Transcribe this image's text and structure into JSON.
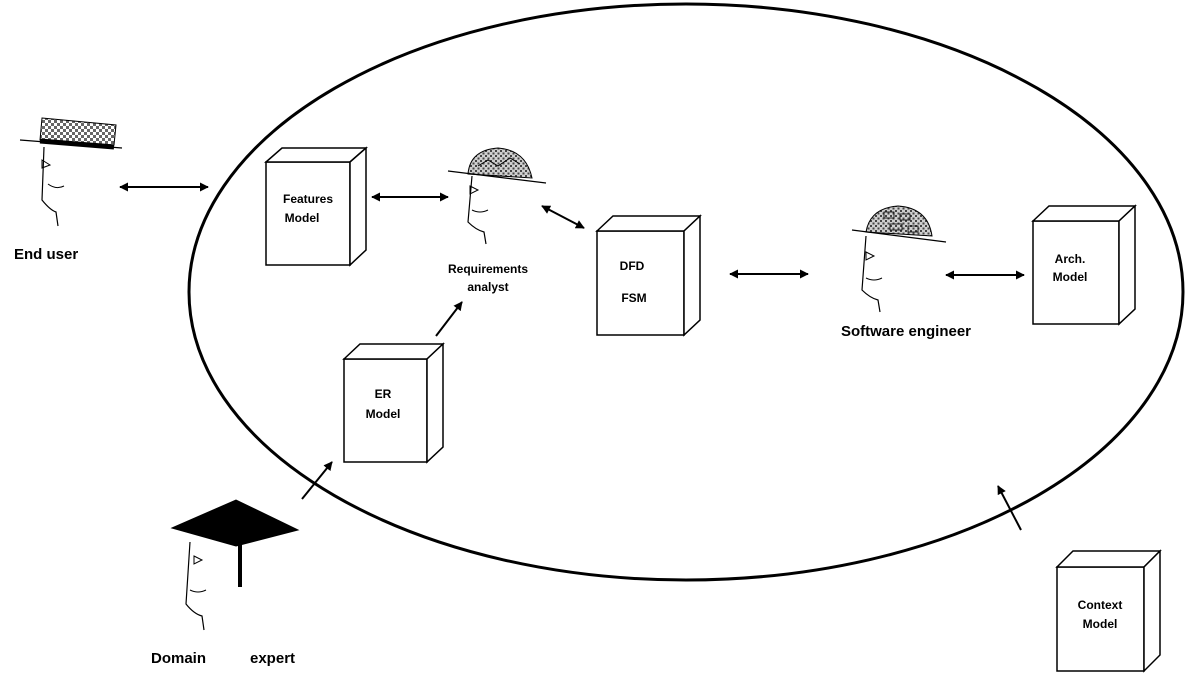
{
  "diagram": {
    "actors": {
      "end_user": "End user",
      "requirements_analyst": [
        "Requirements",
        "analyst"
      ],
      "software_engineer": "Software engineer",
      "domain_expert": [
        "Domain",
        "expert"
      ]
    },
    "models": {
      "features": [
        "Features",
        "Model"
      ],
      "er": [
        "ER",
        "Model"
      ],
      "dfd_fsm": [
        "DFD",
        "FSM"
      ],
      "arch": [
        "Arch.",
        "Model"
      ],
      "context": [
        "Context",
        "Model"
      ]
    },
    "colors": {
      "stroke": "#000000",
      "background": "#ffffff",
      "hatch": "#777777"
    },
    "icons": [
      "head-with-checkered-cap-icon",
      "head-with-hatched-helmet-icon",
      "head-with-mortarboard-icon",
      "book-icon",
      "double-arrow-icon",
      "arrow-icon"
    ]
  }
}
